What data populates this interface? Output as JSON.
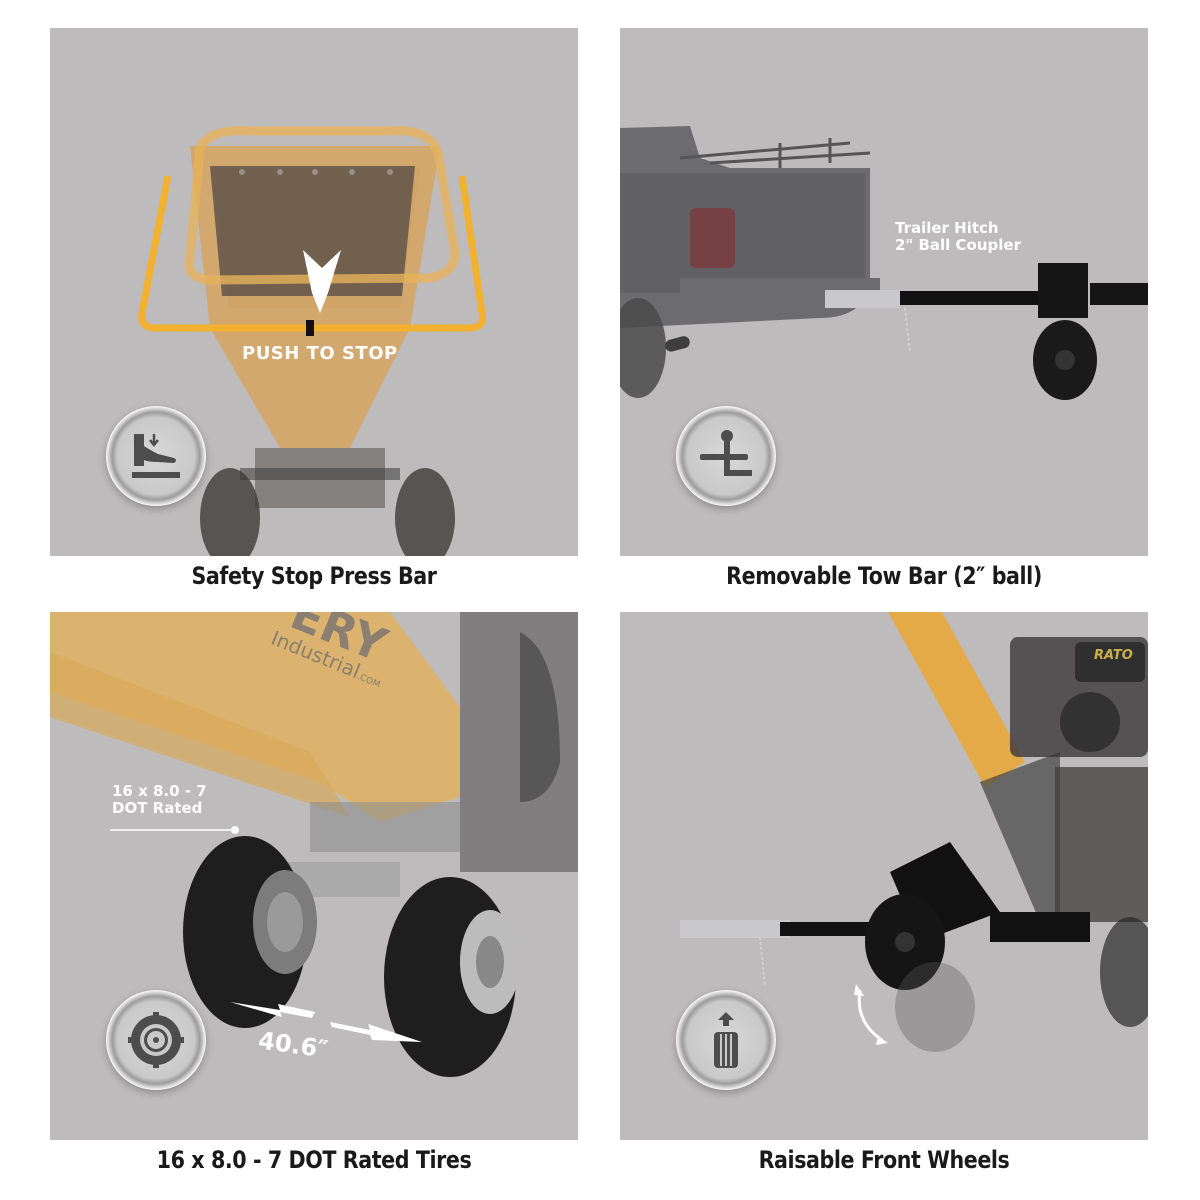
{
  "panels": [
    {
      "id": "safety-stop",
      "caption": "Safety Stop Press Bar",
      "overlay_text": "PUSH TO STOP",
      "icon": "foot-press-icon"
    },
    {
      "id": "tow-bar",
      "caption": "Removable Tow Bar (2″ ball)",
      "overlay_line1": "Trailer Hitch",
      "overlay_line2": "2\" Ball Coupler",
      "icon": "trailer-ball-icon"
    },
    {
      "id": "tires",
      "caption": "16 x 8.0 - 7 DOT Rated Tires",
      "overlay_line1": "16 x 8.0 - 7",
      "overlay_line2": "DOT Rated",
      "dimension": "40.6″",
      "brand_text": "Industrial",
      "brand_suffix": ".COM",
      "brand_partial": "ERY",
      "icon": "tire-icon"
    },
    {
      "id": "raisable-wheels",
      "caption": "Raisable Front Wheels",
      "engine_brand": "RATO",
      "icon": "tire-raise-icon"
    }
  ],
  "colors": {
    "panel_bg": "#bdbbbc",
    "machine_yellow": "#f2b12e",
    "caption_text": "#1a1a1a",
    "icon_glyph": "#4d4d4d"
  }
}
